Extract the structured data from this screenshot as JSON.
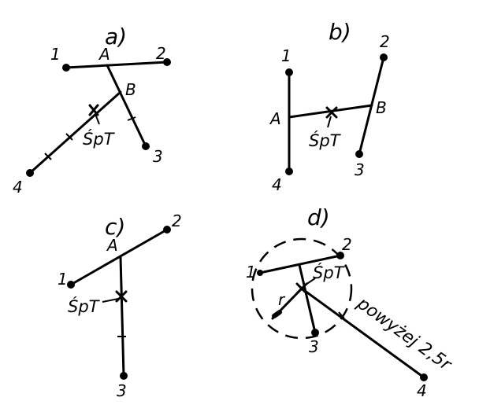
{
  "panel_a": {
    "title": "a)",
    "points": [
      "1",
      "2",
      "3",
      "4"
    ],
    "junctions": [
      "A",
      "B"
    ],
    "center_label": "ŚpT"
  },
  "panel_b": {
    "title": "b)",
    "points": [
      "1",
      "2",
      "3",
      "4"
    ],
    "junctions": [
      "A",
      "B"
    ],
    "center_label": "ŚpT"
  },
  "panel_c": {
    "title": "c)",
    "points": [
      "1",
      "2",
      "3"
    ],
    "junctions": [
      "A"
    ],
    "center_label": "ŚpT"
  },
  "panel_d": {
    "title": "d)",
    "points": [
      "1",
      "2",
      "3",
      "4"
    ],
    "center_label": "ŚpT",
    "radius_label": "r",
    "distance_label": "powyżej 2,5r"
  }
}
